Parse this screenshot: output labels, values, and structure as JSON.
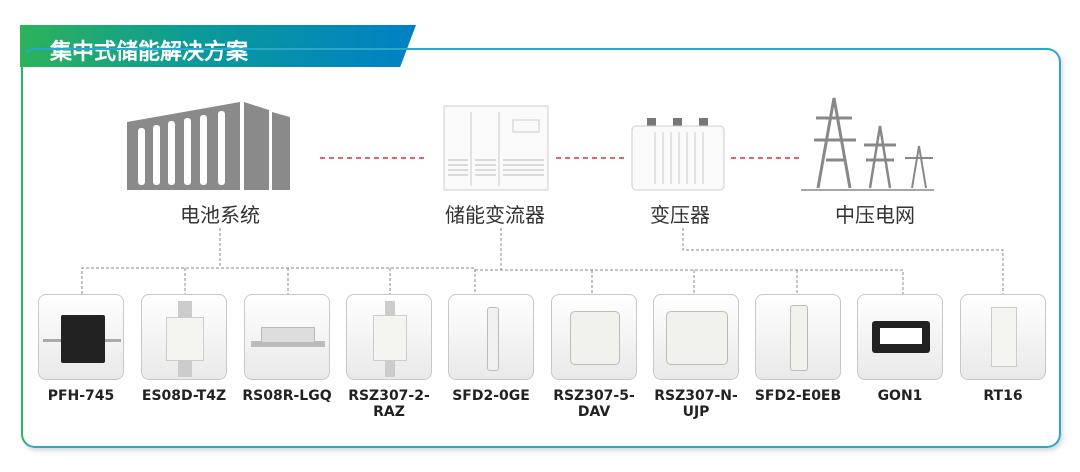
{
  "title": "集中式储能解决方案",
  "stages": {
    "battery": "电池系统",
    "pcs": "储能变流器",
    "transformer": "变压器",
    "grid": "中压电网"
  },
  "products": [
    "PFH-745",
    "ES08D-T4Z",
    "RS08R-LGQ",
    "RSZ307-2-RAZ",
    "SFD2-0GE",
    "RSZ307-5-DAV",
    "RSZ307-N-UJP",
    "SFD2-E0EB",
    "GON1",
    "RT16"
  ],
  "colors": {
    "accent_green": "#2db35a",
    "accent_blue": "#0080c6",
    "link_red": "#e03030"
  }
}
